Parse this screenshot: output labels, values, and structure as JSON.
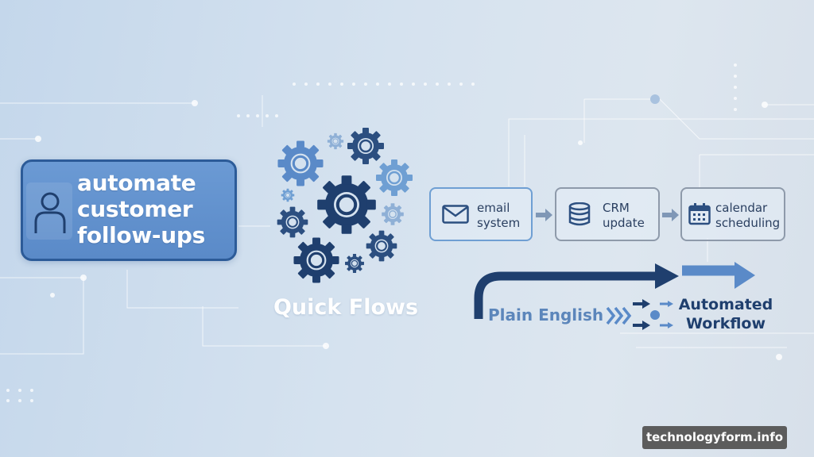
{
  "prompt": {
    "text": "automate customer follow-ups"
  },
  "brand": {
    "title": "Quick Flows"
  },
  "steps": [
    {
      "label_line1": "email",
      "label_line2": "system",
      "icon": "envelope-icon"
    },
    {
      "label_line1": "CRM",
      "label_line2": "update",
      "icon": "database-icon"
    },
    {
      "label_line1": "calendar",
      "label_line2": "scheduling",
      "icon": "calendar-icon"
    }
  ],
  "conversion": {
    "input_label": "Plain English",
    "output_line1": "Automated",
    "output_line2": "Workflow"
  },
  "watermark": "technologyform.info",
  "colors": {
    "navy": "#1f3f6e",
    "accent_blue": "#5a8ac8",
    "light_blue": "#6f9fd3",
    "background": "#d5e2ef"
  }
}
